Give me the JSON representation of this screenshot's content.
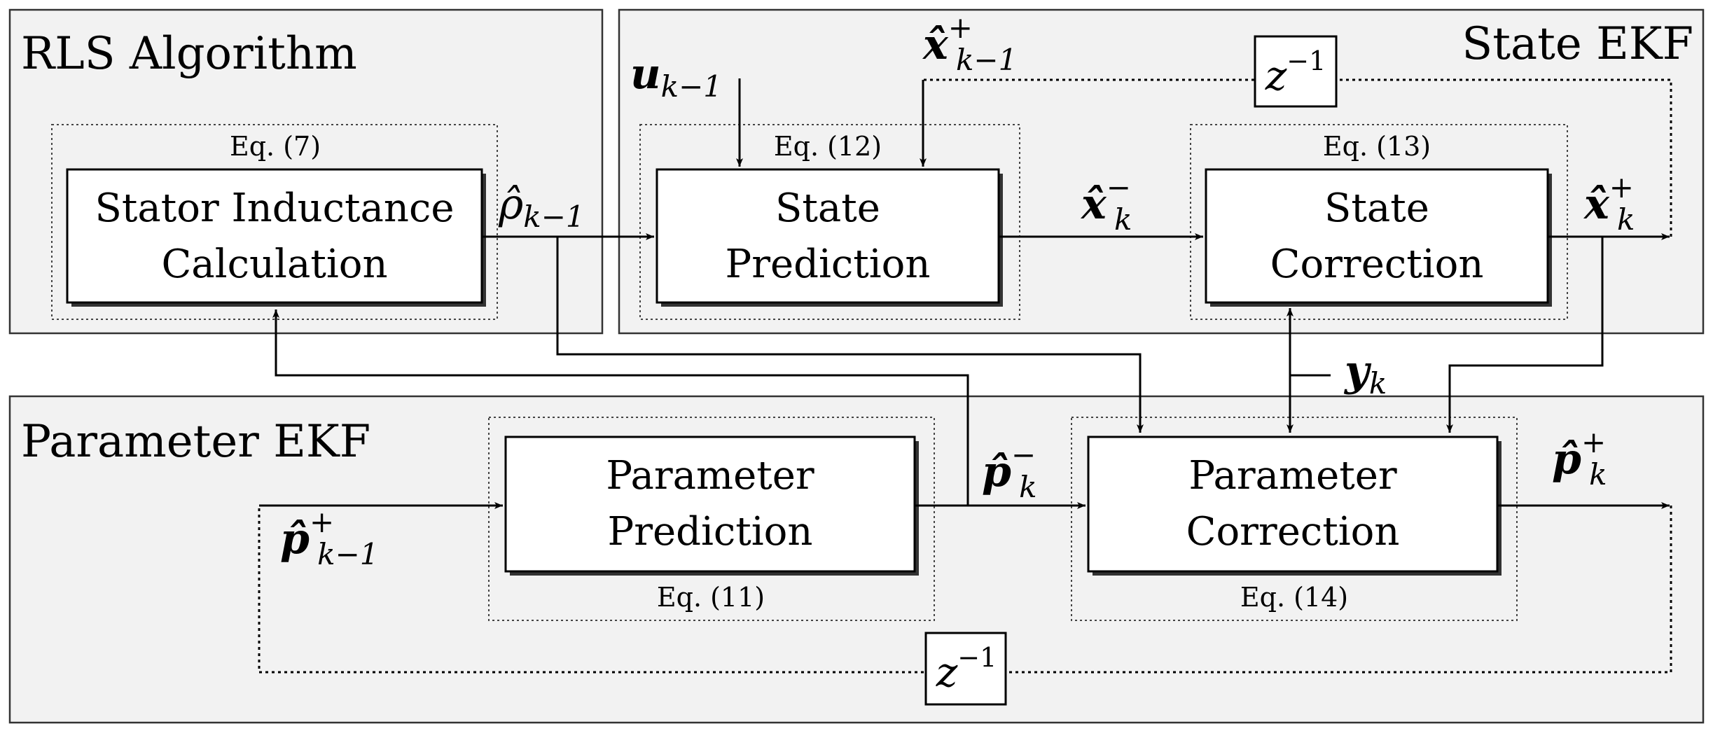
{
  "groups": {
    "rls": "RLS Algorithm",
    "state_ekf": "State EKF",
    "param_ekf": "Parameter EKF"
  },
  "blocks": {
    "stator": {
      "line1": "Stator Inductance",
      "line2": "Calculation",
      "eq": "Eq. (7)"
    },
    "state_pred": {
      "line1": "State",
      "line2": "Prediction",
      "eq": "Eq. (12)"
    },
    "state_corr": {
      "line1": "State",
      "line2": "Correction",
      "eq": "Eq. (13)"
    },
    "param_pred": {
      "line1": "Parameter",
      "line2": "Prediction",
      "eq": "Eq. (11)"
    },
    "param_corr": {
      "line1": "Parameter",
      "line2": "Correction",
      "eq": "Eq. (14)"
    }
  },
  "delays": {
    "state": {
      "base": "z",
      "exp": "−1"
    },
    "param": {
      "base": "z",
      "exp": "−1"
    }
  },
  "signals": {
    "u": {
      "base": "u",
      "sub": "k−1"
    },
    "x_prev": {
      "base": "x̂",
      "sup": "+",
      "sub": "k−1"
    },
    "rho": {
      "base": "ρ̂",
      "sub": "k−1"
    },
    "x_minus": {
      "base": "x̂",
      "sup": "−",
      "sub": "k"
    },
    "x_plus": {
      "base": "x̂",
      "sup": "+",
      "sub": "k"
    },
    "y": {
      "base": "y",
      "sub": "k"
    },
    "p_minus": {
      "base": "p̂",
      "sup": "−",
      "sub": "k"
    },
    "p_plus": {
      "base": "p̂",
      "sup": "+",
      "sub": "k"
    },
    "p_prev": {
      "base": "p̂",
      "sup": "+",
      "sub": "k−1"
    }
  }
}
